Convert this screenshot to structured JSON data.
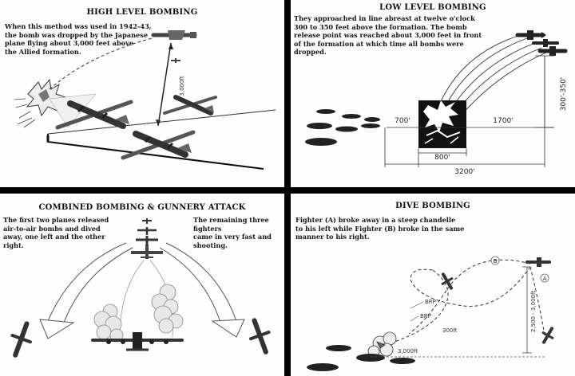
{
  "panels": {
    "high": {
      "title": "HIGH LEVEL BOMBING",
      "description": [
        "When this method was used in 1942-43,",
        "the bomb was dropped by the Japanese",
        "plane flying about 3,000 feet above",
        "the Allied formation."
      ],
      "altitude_label": "3,000ft"
    },
    "low": {
      "title": "LOW LEVEL BOMBING",
      "description": [
        "They approached in line abreast at twelve o'clock",
        "300 to 350 feet above the formation. The bomb",
        "release point was reached about 3,000 feet in front",
        "of the formation at which time all bombs were",
        "dropped."
      ],
      "dim_left": "700'",
      "dim_right": "1700'",
      "dim_box": "800'",
      "dim_total": "3200'",
      "dim_height": "300'-350'"
    },
    "combined": {
      "title": "COMBINED BOMBING & GUNNERY ATTACK",
      "description_left": [
        "The first two planes released",
        "air-to-air bombs and dived",
        "away, one left and the other",
        "right."
      ],
      "description_right": [
        "The remaining three fighters",
        "came in very fast and",
        "shooting."
      ]
    },
    "dive": {
      "title": "DIVE BOMBING",
      "description": [
        "Fighter (A) broke away in a steep chandelle",
        "to his left while Fighter (B) broke in the same",
        "manner to his right."
      ],
      "label_b": "B",
      "label_a": "A",
      "altitude_label": "2,500 - 3,000ft",
      "brp1": "BRP",
      "brp2": "BRP",
      "alt_300": "300ft",
      "alt_3000": "3,000ft"
    }
  }
}
